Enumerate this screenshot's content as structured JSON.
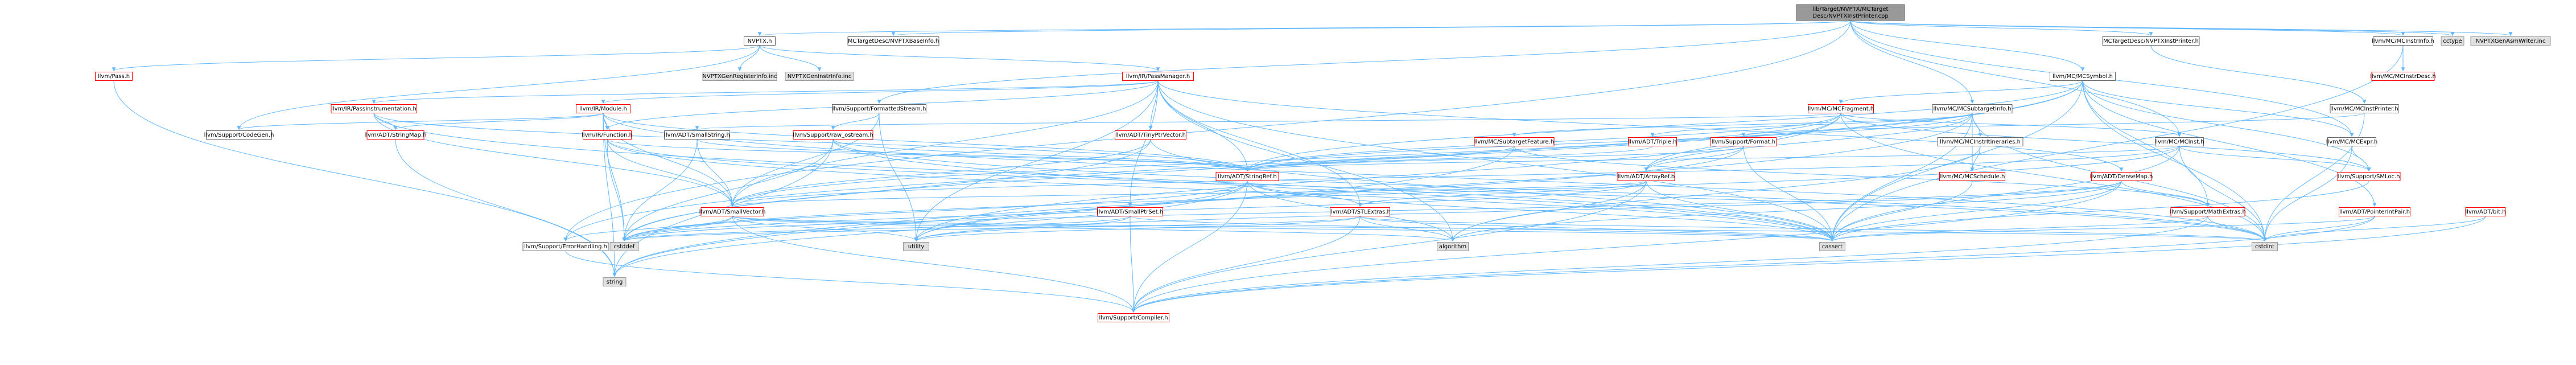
{
  "colors": {
    "root_fill": "#999999",
    "root_stroke": "#666666",
    "normal_fill": "#ffffff",
    "normal_stroke": "#666666",
    "red_fill": "#ffffff",
    "red_stroke": "#ff0000",
    "grey_fill": "#e0e0e0",
    "grey_stroke": "#999999",
    "edge": "#63b8ff",
    "text": "#000000"
  },
  "nodes": [
    {
      "id": "root",
      "label": "lib/Target/NVPTX/MCTarget\nDesc/NVPTXInstPrinter.cpp",
      "style": "root"
    },
    {
      "id": "nvptxh",
      "label": "NVPTX.h",
      "style": "normal"
    },
    {
      "id": "basei",
      "label": "MCTargetDesc/NVPTXBaseInfo.h",
      "style": "normal"
    },
    {
      "id": "instp",
      "label": "MCTargetDesc/NVPTXInstPrinter.h",
      "style": "normal"
    },
    {
      "id": "mcinstrinfo",
      "label": "llvm/MC/MCInstrInfo.h",
      "style": "normal"
    },
    {
      "id": "cctype",
      "label": "cctype",
      "style": "grey"
    },
    {
      "id": "asmw",
      "label": "NVPTXGenAsmWriter.inc",
      "style": "grey"
    },
    {
      "id": "passh",
      "label": "llvm/Pass.h",
      "style": "red"
    },
    {
      "id": "genreg",
      "label": "NVPTXGenRegisterInfo.inc",
      "style": "grey"
    },
    {
      "id": "geninstr",
      "label": "NVPTXGenInstrInfo.inc",
      "style": "grey"
    },
    {
      "id": "passmgr",
      "label": "llvm/IR/PassManager.h",
      "style": "red"
    },
    {
      "id": "mcsymbol",
      "label": "llvm/MC/MCSymbol.h",
      "style": "normal"
    },
    {
      "id": "mcinstrdesc",
      "label": "llvm/MC/MCInstrDesc.h",
      "style": "red"
    },
    {
      "id": "passinstr",
      "label": "llvm/IR/PassInstrumentation.h",
      "style": "red"
    },
    {
      "id": "module",
      "label": "llvm/IR/Module.h",
      "style": "red"
    },
    {
      "id": "fmtstream",
      "label": "llvm/Support/FormattedStream.h",
      "style": "normal"
    },
    {
      "id": "mcfragment",
      "label": "llvm/MC/MCFragment.h",
      "style": "red"
    },
    {
      "id": "mcsubtarget",
      "label": "llvm/MC/MCSubtargetInfo.h",
      "style": "normal"
    },
    {
      "id": "mcinstprinter",
      "label": "llvm/MC/MCInstPrinter.h",
      "style": "normal"
    },
    {
      "id": "codegen",
      "label": "llvm/Support/CodeGen.h",
      "style": "normal"
    },
    {
      "id": "stringmap",
      "label": "llvm/ADT/StringMap.h",
      "style": "red"
    },
    {
      "id": "function",
      "label": "llvm/IR/Function.h",
      "style": "red"
    },
    {
      "id": "smallstring",
      "label": "llvm/ADT/SmallString.h",
      "style": "normal"
    },
    {
      "id": "rawostream",
      "label": "llvm/Support/raw_ostream.h",
      "style": "red"
    },
    {
      "id": "tinyptr",
      "label": "llvm/ADT/TinyPtrVector.h",
      "style": "red"
    },
    {
      "id": "subfeature",
      "label": "llvm/MC/SubtargetFeature.h",
      "style": "red"
    },
    {
      "id": "triple",
      "label": "llvm/ADT/Triple.h",
      "style": "red"
    },
    {
      "id": "supformat",
      "label": "llvm/Support/Format.h",
      "style": "red"
    },
    {
      "id": "mcitin",
      "label": "llvm/MC/MCInstrItineraries.h",
      "style": "normal"
    },
    {
      "id": "mcinst",
      "label": "llvm/MC/MCInst.h",
      "style": "normal"
    },
    {
      "id": "mcexpr",
      "label": "llvm/MC/MCExpr.h",
      "style": "normal"
    },
    {
      "id": "stringref",
      "label": "llvm/ADT/StringRef.h",
      "style": "red"
    },
    {
      "id": "arrayref",
      "label": "llvm/ADT/ArrayRef.h",
      "style": "red"
    },
    {
      "id": "mcsched",
      "label": "llvm/MC/MCSchedule.h",
      "style": "red"
    },
    {
      "id": "densemap",
      "label": "llvm/ADT/DenseMap.h",
      "style": "red"
    },
    {
      "id": "smloc",
      "label": "llvm/Support/SMLoc.h",
      "style": "red"
    },
    {
      "id": "smallvec",
      "label": "llvm/ADT/SmallVector.h",
      "style": "red"
    },
    {
      "id": "smallptrset",
      "label": "llvm/ADT/SmallPtrSet.h",
      "style": "red"
    },
    {
      "id": "stlextras",
      "label": "llvm/ADT/STLExtras.h",
      "style": "red"
    },
    {
      "id": "matheextras",
      "label": "llvm/Support/MathExtras.h",
      "style": "red"
    },
    {
      "id": "ptrintpair",
      "label": "llvm/ADT/PointerIntPair.h",
      "style": "red"
    },
    {
      "id": "bit",
      "label": "llvm/ADT/bit.h",
      "style": "red"
    },
    {
      "id": "errhandling",
      "label": "llvm/Support/ErrorHandling.h",
      "style": "normal"
    },
    {
      "id": "cstddef",
      "label": "cstddef",
      "style": "grey"
    },
    {
      "id": "utility",
      "label": "utility",
      "style": "grey"
    },
    {
      "id": "algorithm",
      "label": "algorithm",
      "style": "grey"
    },
    {
      "id": "cassert",
      "label": "cassert",
      "style": "grey"
    },
    {
      "id": "cstdint",
      "label": "cstdint",
      "style": "grey"
    },
    {
      "id": "string",
      "label": "string",
      "style": "grey"
    },
    {
      "id": "compiler",
      "label": "llvm/Support/Compiler.h",
      "style": "red"
    }
  ],
  "edges": [
    [
      "root",
      "nvptxh"
    ],
    [
      "root",
      "basei"
    ],
    [
      "root",
      "instp"
    ],
    [
      "root",
      "mcinstrinfo"
    ],
    [
      "root",
      "cctype"
    ],
    [
      "root",
      "asmw"
    ],
    [
      "root",
      "mcsymbol"
    ],
    [
      "root",
      "mcexpr"
    ],
    [
      "root",
      "mcinst"
    ],
    [
      "root",
      "fmtstream"
    ],
    [
      "root",
      "mcsubtarget"
    ],
    [
      "root",
      "errhandling"
    ],
    [
      "nvptxh",
      "passh"
    ],
    [
      "nvptxh",
      "genreg"
    ],
    [
      "nvptxh",
      "geninstr"
    ],
    [
      "nvptxh",
      "passmgr"
    ],
    [
      "nvptxh",
      "codegen"
    ],
    [
      "instp",
      "mcinstprinter"
    ],
    [
      "mcinstrinfo",
      "mcinstrdesc"
    ],
    [
      "mcinstrinfo",
      "cassert"
    ],
    [
      "passh",
      "string"
    ],
    [
      "passmgr",
      "passinstr"
    ],
    [
      "passmgr",
      "module"
    ],
    [
      "passmgr",
      "tinyptr"
    ],
    [
      "passmgr",
      "function"
    ],
    [
      "passmgr",
      "stringref"
    ],
    [
      "passmgr",
      "smallptrset"
    ],
    [
      "passmgr",
      "stlextras"
    ],
    [
      "passmgr",
      "smallvec"
    ],
    [
      "passmgr",
      "densemap"
    ],
    [
      "passmgr",
      "cstring_dummy"
    ],
    [
      "passmgr",
      "algorithm"
    ],
    [
      "passmgr",
      "utility"
    ],
    [
      "passmgr",
      "cassert"
    ],
    [
      "mcsymbol",
      "mcfragment"
    ],
    [
      "mcsymbol",
      "stringref"
    ],
    [
      "mcsymbol",
      "ptrintpair"
    ],
    [
      "mcsymbol",
      "errhandling"
    ],
    [
      "mcsymbol",
      "cassert"
    ],
    [
      "mcsymbol",
      "cstddef"
    ],
    [
      "mcsymbol",
      "cstdint"
    ],
    [
      "mcsymbol",
      "smloc"
    ],
    [
      "mcsymbol",
      "mcexpr"
    ],
    [
      "mcsymbol",
      "matheextras"
    ],
    [
      "passinstr",
      "stringmap"
    ],
    [
      "passinstr",
      "smallvec"
    ],
    [
      "passinstr",
      "stringref"
    ],
    [
      "passinstr",
      "cassert"
    ],
    [
      "module",
      "stringmap"
    ],
    [
      "module",
      "function"
    ],
    [
      "module",
      "stringref"
    ],
    [
      "module",
      "codegen"
    ],
    [
      "module",
      "smallvec"
    ],
    [
      "module",
      "cstddef"
    ],
    [
      "module",
      "string"
    ],
    [
      "module",
      "cstdint"
    ],
    [
      "fmtstream",
      "rawostream"
    ],
    [
      "fmtstream",
      "smallvec"
    ],
    [
      "fmtstream",
      "utility"
    ],
    [
      "mcfragment",
      "arrayref"
    ],
    [
      "mcfragment",
      "smallstring"
    ],
    [
      "mcfragment",
      "smallvec"
    ],
    [
      "mcfragment",
      "stringref"
    ],
    [
      "mcfragment",
      "mcinst"
    ],
    [
      "mcfragment",
      "smloc"
    ],
    [
      "mcfragment",
      "utility"
    ],
    [
      "mcfragment",
      "cstdint"
    ],
    [
      "mcsubtarget",
      "triple"
    ],
    [
      "mcsubtarget",
      "subfeature"
    ],
    [
      "mcsubtarget",
      "mcitin"
    ],
    [
      "mcsubtarget",
      "mcsched"
    ],
    [
      "mcsubtarget",
      "arrayref"
    ],
    [
      "mcsubtarget",
      "stringref"
    ],
    [
      "mcsubtarget",
      "string"
    ],
    [
      "mcsubtarget",
      "cassert"
    ],
    [
      "mcsubtarget",
      "cstdint"
    ],
    [
      "mcinstprinter",
      "supformat"
    ],
    [
      "mcinstprinter",
      "cstdint"
    ],
    [
      "stringmap",
      "string"
    ],
    [
      "function",
      "smallvec"
    ],
    [
      "function",
      "stringref"
    ],
    [
      "function",
      "cstddef"
    ],
    [
      "function",
      "cstdint"
    ],
    [
      "function",
      "cassert"
    ],
    [
      "smallstring",
      "smallvec"
    ],
    [
      "smallstring",
      "stringref"
    ],
    [
      "smallstring",
      "cstddef"
    ],
    [
      "rawostream",
      "stringref"
    ],
    [
      "rawostream",
      "cstddef"
    ],
    [
      "rawostream",
      "cassert"
    ],
    [
      "rawostream",
      "cstdint"
    ],
    [
      "rawostream",
      "string"
    ],
    [
      "tinyptr",
      "smallvec"
    ],
    [
      "tinyptr",
      "cassert"
    ],
    [
      "tinyptr",
      "cstddef"
    ],
    [
      "subfeature",
      "stringref"
    ],
    [
      "subfeature",
      "matheextras"
    ],
    [
      "subfeature",
      "string"
    ],
    [
      "triple",
      "stringref"
    ],
    [
      "supformat",
      "arrayref"
    ],
    [
      "supformat",
      "stringref"
    ],
    [
      "supformat",
      "cassert"
    ],
    [
      "supformat",
      "utility"
    ],
    [
      "mcitin",
      "mcsched"
    ],
    [
      "mcitin",
      "algorithm"
    ],
    [
      "mcinst",
      "smallvec"
    ],
    [
      "mcinst",
      "stringref"
    ],
    [
      "mcinst",
      "smloc"
    ],
    [
      "mcinst",
      "cassert"
    ],
    [
      "mcinst",
      "cstddef"
    ],
    [
      "mcinst",
      "cstdint"
    ],
    [
      "mcexpr",
      "smloc"
    ],
    [
      "mcexpr",
      "cstdint"
    ],
    [
      "stringref",
      "stlextras"
    ],
    [
      "stringref",
      "compiler"
    ],
    [
      "stringref",
      "algorithm"
    ],
    [
      "stringref",
      "cassert"
    ],
    [
      "stringref",
      "cstddef"
    ],
    [
      "stringref",
      "string"
    ],
    [
      "stringref",
      "utility"
    ],
    [
      "arrayref",
      "smallvec"
    ],
    [
      "arrayref",
      "stlextras"
    ],
    [
      "arrayref",
      "compiler"
    ],
    [
      "arrayref",
      "algorithm"
    ],
    [
      "arrayref",
      "cassert"
    ],
    [
      "arrayref",
      "cstddef"
    ],
    [
      "mcsched",
      "cassert"
    ],
    [
      "densemap",
      "matheextras"
    ],
    [
      "densemap",
      "compiler"
    ],
    [
      "densemap",
      "algorithm"
    ],
    [
      "densemap",
      "cassert"
    ],
    [
      "densemap",
      "cstddef"
    ],
    [
      "densemap",
      "utility"
    ],
    [
      "smloc",
      "cassert"
    ],
    [
      "smallvec",
      "compiler"
    ],
    [
      "smallvec",
      "algorithm"
    ],
    [
      "smallvec",
      "cassert"
    ],
    [
      "smallvec",
      "cstddef"
    ],
    [
      "smallvec",
      "cstdint"
    ],
    [
      "smallvec",
      "utility"
    ],
    [
      "smallvec",
      "errhandling"
    ],
    [
      "smallptrset",
      "compiler"
    ],
    [
      "smallptrset",
      "cassert"
    ],
    [
      "smallptrset",
      "cstddef"
    ],
    [
      "smallptrset",
      "utility"
    ],
    [
      "stlextras",
      "compiler"
    ],
    [
      "stlextras",
      "algorithm"
    ],
    [
      "stlextras",
      "cassert"
    ],
    [
      "stlextras",
      "cstddef"
    ],
    [
      "stlextras",
      "cstdint"
    ],
    [
      "stlextras",
      "utility"
    ],
    [
      "matheextras",
      "compiler"
    ],
    [
      "matheextras",
      "cassert"
    ],
    [
      "matheextras",
      "cstdint"
    ],
    [
      "ptrintpair",
      "compiler"
    ],
    [
      "ptrintpair",
      "cassert"
    ],
    [
      "ptrintpair",
      "cstdint"
    ],
    [
      "bit",
      "compiler"
    ],
    [
      "bit",
      "cstdint"
    ],
    [
      "errhandling",
      "compiler"
    ]
  ]
}
